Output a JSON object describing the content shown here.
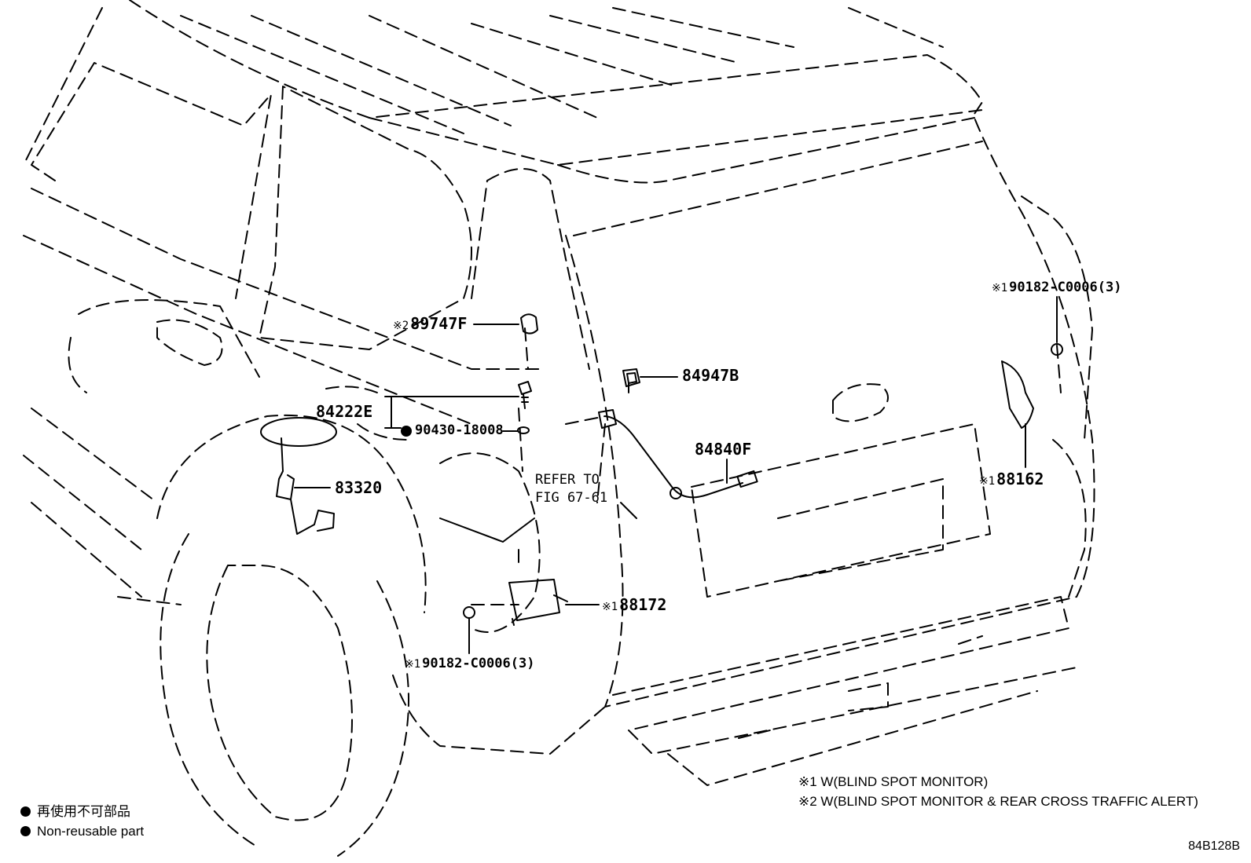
{
  "callouts": {
    "p89747f": {
      "mark": "※2",
      "part": "89747F"
    },
    "p84947b": {
      "part": "84947B"
    },
    "p84222e": {
      "part": "84222E"
    },
    "p90430": {
      "part": "90430-18008"
    },
    "p83320": {
      "part": "83320"
    },
    "p84840f": {
      "part": "84840F"
    },
    "p88162": {
      "mark": "※1",
      "part": "88162"
    },
    "p88172": {
      "mark": "※1",
      "part": "88172"
    },
    "p90182_top": {
      "mark": "※1",
      "part": "90182-C0006(3)"
    },
    "p90182_bottom": {
      "mark": "※1",
      "part": "90182-C0006(3)"
    }
  },
  "refer": {
    "line1": "REFER TO",
    "line2": "FIG 67-61"
  },
  "notes": {
    "n1": "※1 W(BLIND SPOT MONITOR)",
    "n2": "※2 W(BLIND SPOT MONITOR & REAR CROSS TRAFFIC ALERT)"
  },
  "legend": {
    "jp": "再使用不可部品",
    "en": "Non-reusable part"
  },
  "diagram_code": "84B128B",
  "icons": {
    "non_reusable": "filled-circle-icon"
  }
}
